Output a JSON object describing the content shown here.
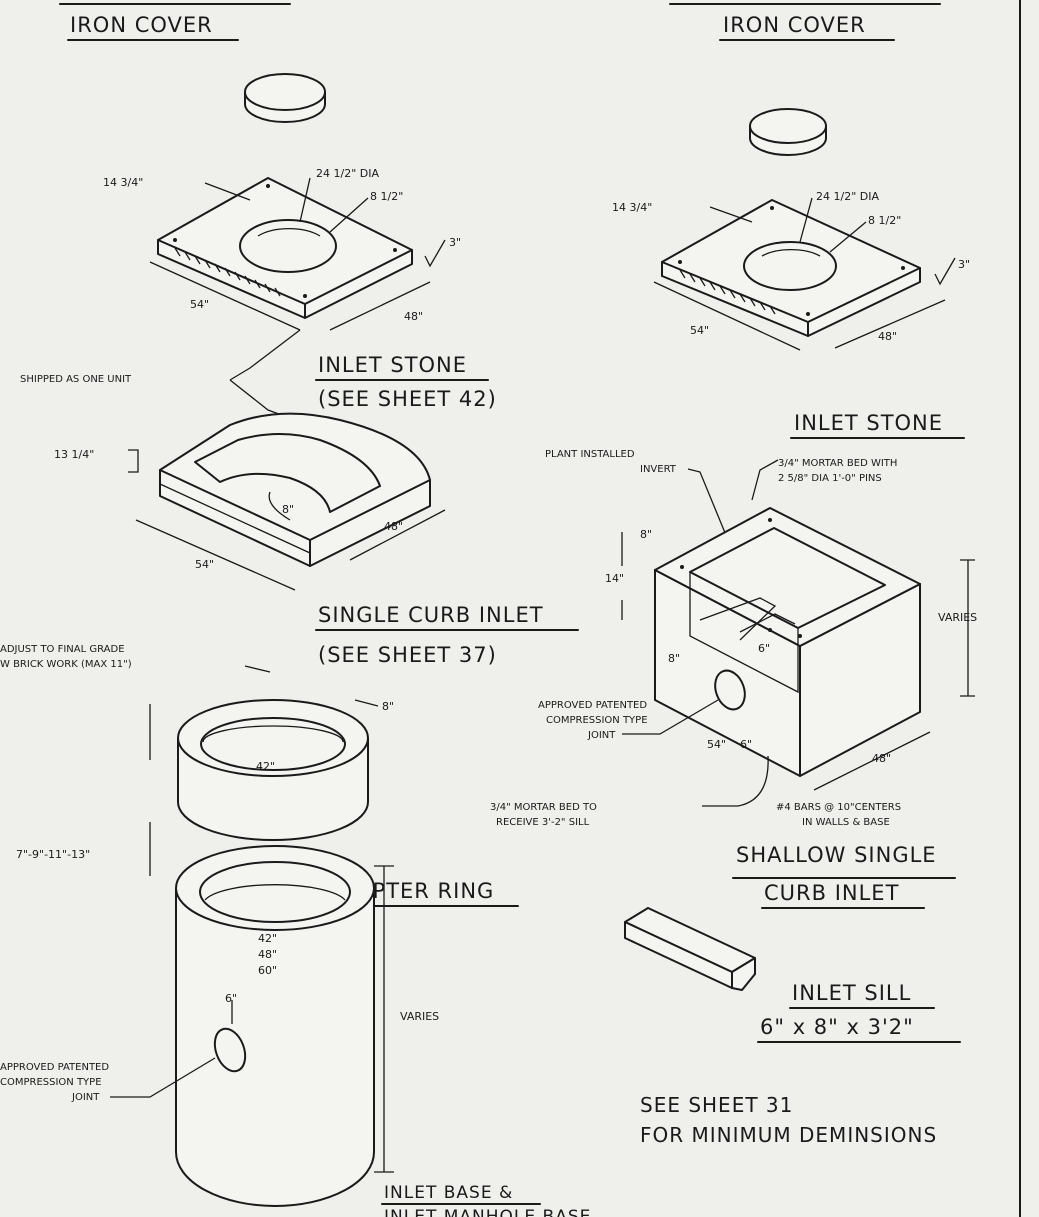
{
  "left": {
    "iron_cover": "IRON COVER",
    "inlet_stone": {
      "title": "INLET STONE",
      "ref": "(SEE SHEET 42)",
      "dims": {
        "corner": "14 3/4\"",
        "dia": "24 1/2\" DIA",
        "hole": "8 1/2\"",
        "thick": "3\"",
        "len": "54\"",
        "wid": "48\""
      }
    },
    "shipped_note": "SHIPPED AS ONE UNIT",
    "single_curb": {
      "title": "SINGLE CURB INLET",
      "ref": "(SEE SHEET 37)",
      "dims": {
        "height": "13 1/4\"",
        "wall": "8\"",
        "len": "54\"",
        "wid": "48\""
      }
    },
    "adapter_ring": {
      "title": "ADAPTER RING",
      "note_line1": "ADJUST TO FINAL GRADE",
      "note_line2": "W BRICK WORK (MAX 11\")",
      "dims": {
        "wall": "8\"",
        "dia": "42\"",
        "heights": "7\"-9\"-11\"-13\""
      }
    },
    "inlet_base": {
      "title": "INLET BASE &",
      "title2": "INLET MANHOLE BASE",
      "dims": {
        "d1": "42\"",
        "d2": "48\"",
        "d3": "60\"",
        "wall": "6\"",
        "varies": "VARIES"
      },
      "joint_line1": "APPROVED PATENTED",
      "joint_line2": "COMPRESSION TYPE",
      "joint_line3": "JOINT"
    }
  },
  "right": {
    "iron_cover": "IRON COVER",
    "inlet_stone": {
      "title": "INLET STONE",
      "dims": {
        "corner": "14 3/4\"",
        "dia": "24 1/2\" DIA",
        "hole": "8 1/2\"",
        "thick": "3\"",
        "len": "54\"",
        "wid": "48\""
      }
    },
    "shallow": {
      "title1": "SHALLOW SINGLE",
      "title2": "CURB INLET",
      "plant_line1": "PLANT INSTALLED",
      "plant_line2": "INVERT",
      "mortar_line1": "3/4\" MORTAR BED WITH",
      "mortar_line2": "2 5/8\" DIA 1'-0\" PINS",
      "joint_line1": "APPROVED PATENTED",
      "joint_line2": "COMPRESSION TYPE",
      "joint_line3": "JOINT",
      "sill_bed_line1": "3/4\" MORTAR BED TO",
      "sill_bed_line2": "RECEIVE 3'-2\" SILL",
      "bars_line1": "#4 BARS @ 10\"CENTERS",
      "bars_line2": "IN WALLS & BASE",
      "dims": {
        "top": "8\"",
        "h": "14\"",
        "side": "8\"",
        "inner": "6\"",
        "len": "54\"",
        "wall": "6\"",
        "wid": "48\"",
        "varies": "VARIES"
      }
    },
    "inlet_sill": {
      "title": "INLET SILL",
      "size": "6\" x 8\" x 3'2\""
    },
    "see_sheet": {
      "line1": "SEE SHEET 31",
      "line2": "FOR MINIMUM DEMINSIONS"
    }
  }
}
